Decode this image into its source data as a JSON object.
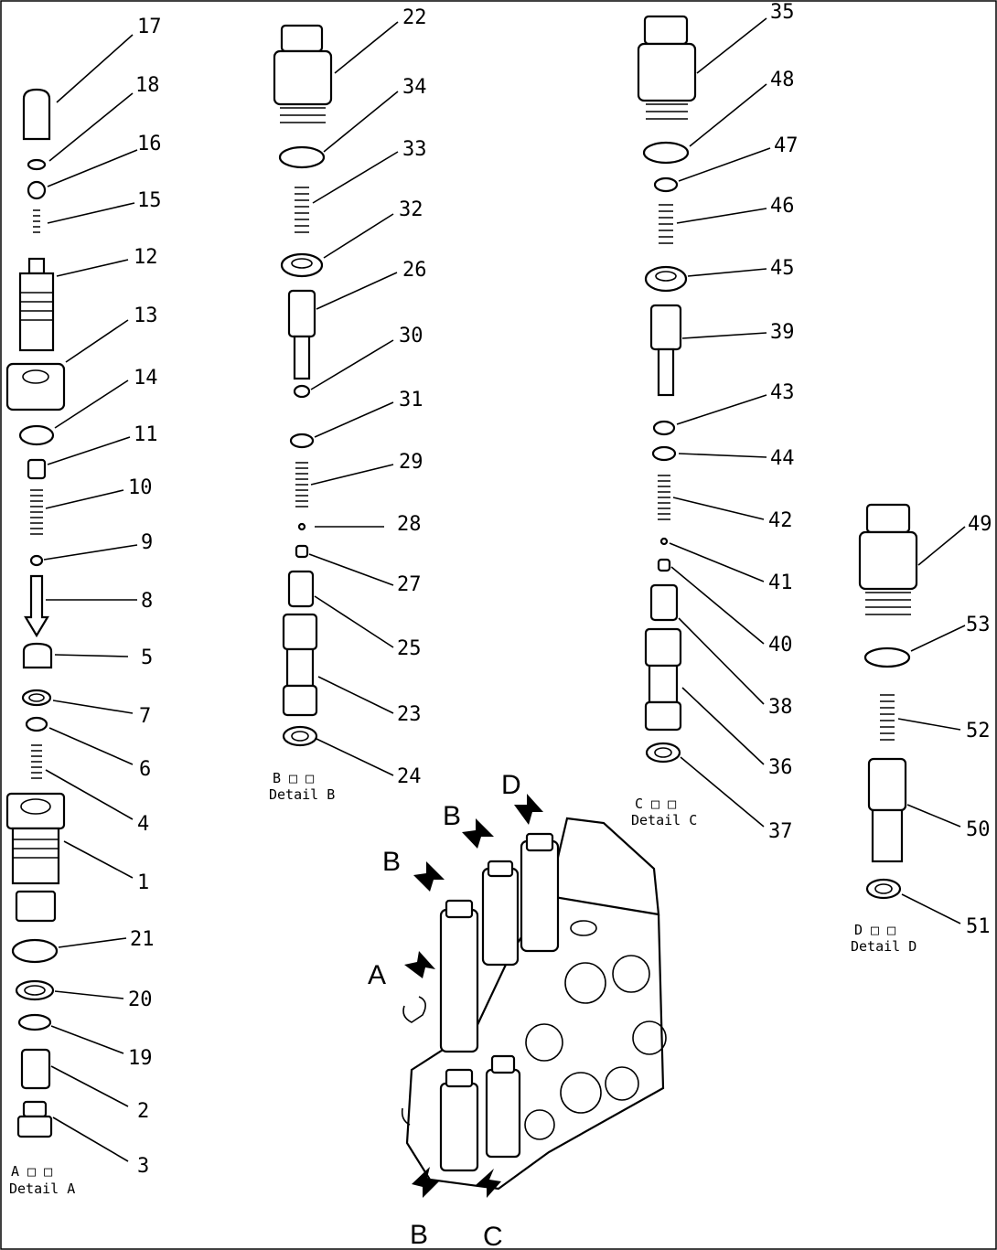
{
  "detail_captions": [
    {
      "id": "A",
      "line1": "A  □ □",
      "line2": "Detail A"
    },
    {
      "id": "B",
      "line1": "B  □ □",
      "line2": "Detail B"
    },
    {
      "id": "C",
      "line1": "C  □ □",
      "line2": "Detail C"
    },
    {
      "id": "D",
      "line1": "D  □ □",
      "line2": "Detail D"
    }
  ],
  "assembly_letters": [
    "B",
    "D",
    "B",
    "A",
    "B",
    "C"
  ],
  "part_numbers": {
    "detail_a": [
      "17",
      "18",
      "16",
      "15",
      "12",
      "13",
      "14",
      "11",
      "10",
      "9",
      "8",
      "5",
      "7",
      "6",
      "4",
      "1",
      "21",
      "20",
      "19",
      "2",
      "3"
    ],
    "detail_b": [
      "22",
      "34",
      "33",
      "32",
      "26",
      "30",
      "31",
      "29",
      "28",
      "27",
      "25",
      "23",
      "24"
    ],
    "detail_c": [
      "35",
      "48",
      "47",
      "46",
      "45",
      "39",
      "43",
      "44",
      "42",
      "41",
      "40",
      "38",
      "36",
      "37"
    ],
    "detail_d": [
      "49",
      "53",
      "52",
      "50",
      "51"
    ]
  }
}
